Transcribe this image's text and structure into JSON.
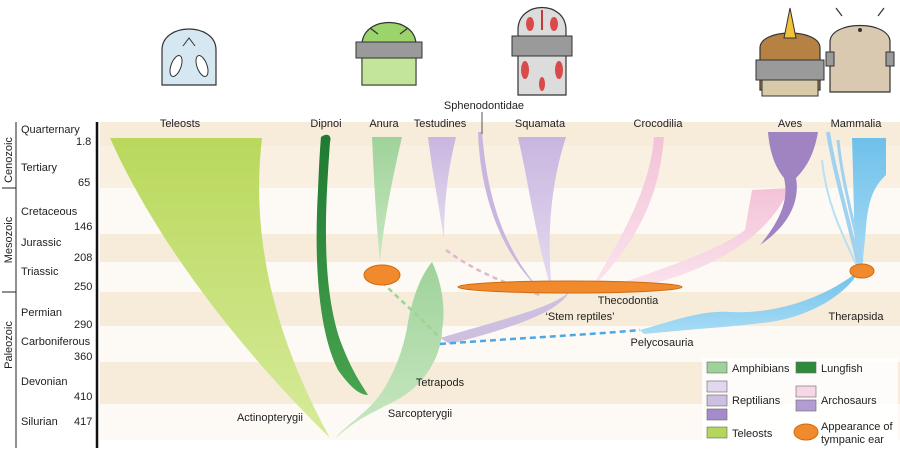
{
  "eras": [
    {
      "name": "Cenozoic"
    },
    {
      "name": "Mesozoic"
    },
    {
      "name": "Paleozoic"
    }
  ],
  "periods": [
    {
      "name": "Quarternary",
      "mya": "1.8"
    },
    {
      "name": "Tertiary",
      "mya": "65"
    },
    {
      "name": "Cretaceous",
      "mya": "146"
    },
    {
      "name": "Jurassic",
      "mya": "208"
    },
    {
      "name": "Triassic",
      "mya": "250"
    },
    {
      "name": "Permian",
      "mya": "290"
    },
    {
      "name": "Carboniferous",
      "mya": "360"
    },
    {
      "name": "Devonian",
      "mya": "410"
    },
    {
      "name": "Silurian",
      "mya": "417"
    }
  ],
  "taxa": {
    "teleosts": "Teleosts",
    "dipnoi": "Dipnoi",
    "anura": "Anura",
    "testudines": "Testudines",
    "sphenodontidae": "Sphenodontidae",
    "squamata": "Squamata",
    "crocodilia": "Crocodilia",
    "aves": "Aves",
    "mammalia": "Mammalia",
    "thecodontia": "Thecodontia",
    "stem_reptiles": "‘Stem reptiles’",
    "therapsida": "Therapsida",
    "pelycosauria": "Pelycosauria",
    "tetrapods": "Tetrapods",
    "actinopterygii": "Actinopterygii",
    "sarcopterygii": "Sarcopterygii"
  },
  "legend": {
    "amphibians": "Amphibians",
    "lungfish": "Lungfish",
    "reptilians": "Reptilians",
    "archosaurs": "Archosaurs",
    "teleosts": "Teleosts",
    "tympanic_line1": "Appearance of",
    "tympanic_line2": "tympanic ear"
  },
  "colors": {
    "teleost_green": "#b5d65a",
    "lungfish_green": "#2e8b3a",
    "amphibian_green": "#a3d49a",
    "reptile_lilac": "#cdbfe0",
    "archosaur_pink": "#f2c7d9",
    "aves_purple": "#9f84c1",
    "mammal_blue": "#7ec6ec",
    "tympanic_orange": "#f08a2c",
    "band_beige": "#f7ebd9"
  }
}
